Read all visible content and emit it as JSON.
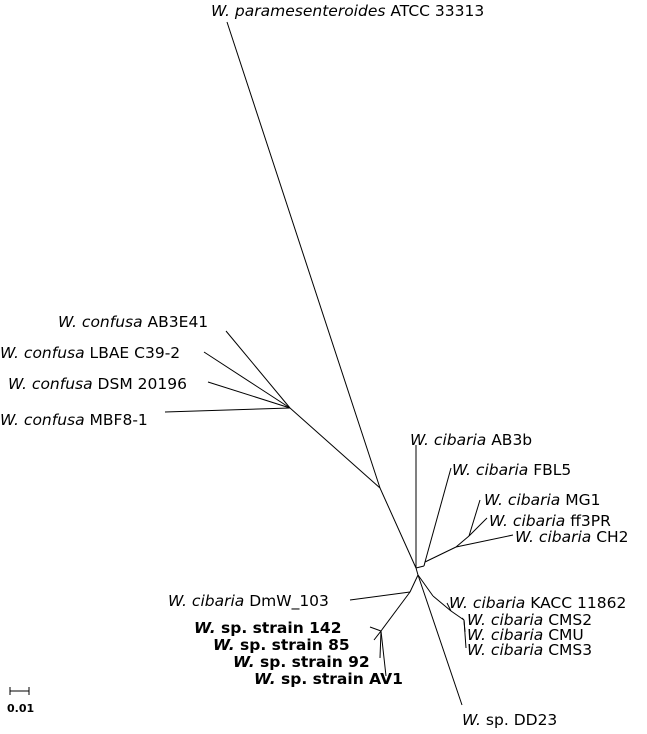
{
  "tree": {
    "leaves": [
      {
        "id": "paramesenteroides",
        "genus": "W.",
        "species": "paramesenteroides",
        "strain": "ATCC 33313",
        "bold": false
      },
      {
        "id": "confusa-ab3e41",
        "genus": "W.",
        "species": "confusa",
        "strain": "AB3E41",
        "bold": false
      },
      {
        "id": "confusa-lbae",
        "genus": "W.",
        "species": "confusa",
        "strain": "LBAE C39-2",
        "bold": false
      },
      {
        "id": "confusa-dsm",
        "genus": "W.",
        "species": "confusa",
        "strain": "DSM 20196",
        "bold": false
      },
      {
        "id": "confusa-mbf8",
        "genus": "W.",
        "species": "confusa",
        "strain": "MBF8-1",
        "bold": false
      },
      {
        "id": "cibaria-ab3b",
        "genus": "W.",
        "species": "cibaria",
        "strain": "AB3b",
        "bold": false
      },
      {
        "id": "cibaria-fbl5",
        "genus": "W.",
        "species": "cibaria",
        "strain": "FBL5",
        "bold": false
      },
      {
        "id": "cibaria-mg1",
        "genus": "W.",
        "species": "cibaria",
        "strain": "MG1",
        "bold": false
      },
      {
        "id": "cibaria-ff3pr",
        "genus": "W.",
        "species": "cibaria",
        "strain": "ff3PR",
        "bold": false
      },
      {
        "id": "cibaria-ch2",
        "genus": "W.",
        "species": "cibaria",
        "strain": "CH2",
        "bold": false
      },
      {
        "id": "cibaria-dmw",
        "genus": "W.",
        "species": "cibaria",
        "strain": "DmW_103",
        "bold": false
      },
      {
        "id": "cibaria-kacc",
        "genus": "W.",
        "species": "cibaria",
        "strain": "KACC 11862",
        "bold": false
      },
      {
        "id": "cibaria-cms2",
        "genus": "W.",
        "species": "cibaria",
        "strain": "CMS2",
        "bold": false
      },
      {
        "id": "cibaria-cmu",
        "genus": "W.",
        "species": "cibaria",
        "strain": "CMU",
        "bold": false
      },
      {
        "id": "cibaria-cms3",
        "genus": "W.",
        "species": "cibaria",
        "strain": "CMS3",
        "bold": false
      },
      {
        "id": "sp-142",
        "genus": "W.",
        "species": "",
        "strain": "sp. strain 142",
        "bold": true
      },
      {
        "id": "sp-85",
        "genus": "W.",
        "species": "",
        "strain": "sp. strain 85",
        "bold": true
      },
      {
        "id": "sp-92",
        "genus": "W.",
        "species": "",
        "strain": "sp. strain 92",
        "bold": true
      },
      {
        "id": "sp-av1",
        "genus": "W.",
        "species": "",
        "strain": "sp. strain AV1",
        "bold": true
      },
      {
        "id": "sp-dd23",
        "genus": "W.",
        "species": "",
        "strain": "sp. DD23",
        "bold": false
      }
    ],
    "scale_bar": {
      "label": "0.01"
    }
  }
}
